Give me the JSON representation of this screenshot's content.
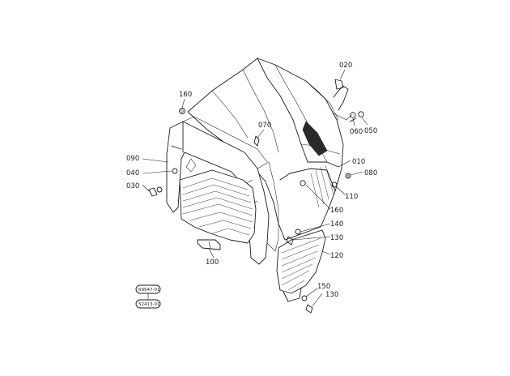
{
  "callouts": {
    "c020": "020",
    "c160a": "160",
    "c070": "070",
    "c060": "060",
    "c050": "050",
    "c090": "090",
    "c010": "010",
    "c040": "040",
    "c080": "080",
    "c030": "030",
    "c110": "110",
    "c160b": "160",
    "c140": "140",
    "c130a": "130",
    "c100": "100",
    "c120": "120",
    "c150": "150",
    "c130b": "130"
  },
  "codes": {
    "code1": "69547-01",
    "code2": "52413-01"
  }
}
